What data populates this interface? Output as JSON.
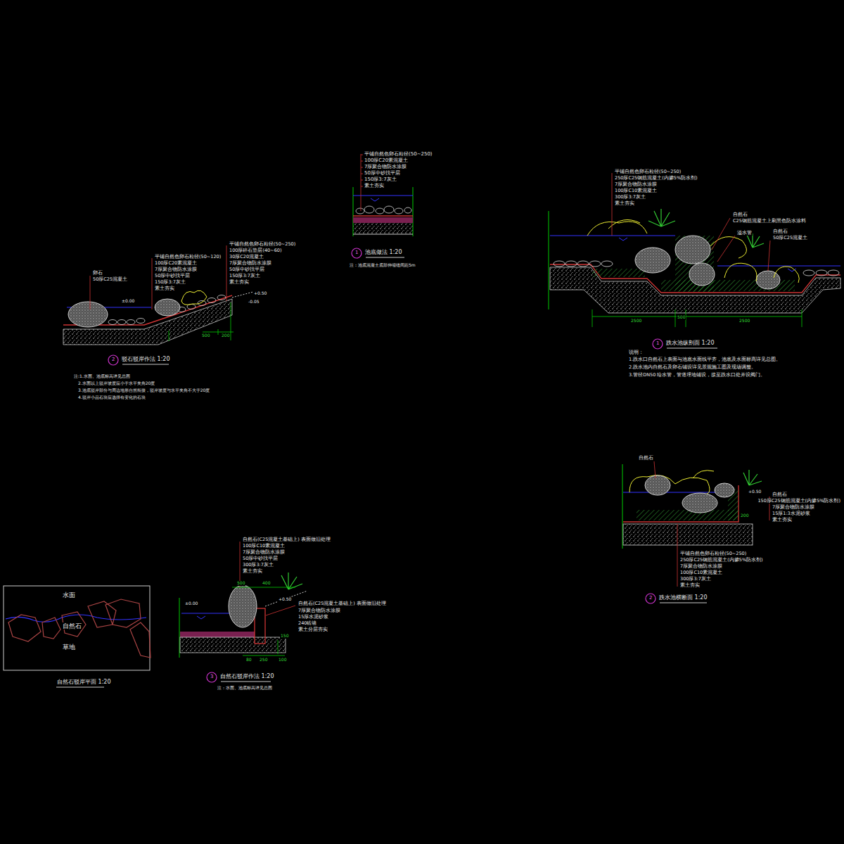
{
  "diagram": {
    "labels": [
      "平铺自然色卵石粒径(50~250)",
      "100厚C20素混凝土",
      "7厚聚合物防水涂膜",
      "50厚中砂找平层",
      "150厚3:7灰土",
      "素土夯实",
      "1",
      "池底做法 1:20",
      "注：池底混凝土底部伸缩缝间距5m",
      "平铺自然色卵石粒径(50~120)",
      "100厚C20素混凝土",
      "7厚聚合物防水涂膜",
      "50厚中砂找平层",
      "150厚3:7灰土",
      "素土夯实",
      "平铺自然色卵石粒径(50~250)",
      "100厚碎石垫层(40~60)",
      "30厚C20混凝土",
      "7厚聚合物防水涂膜",
      "50厚中砂找平层",
      "150厚3:7灰土",
      "素土夯实",
      "卵石",
      "50厚C25混凝土",
      "±0.00",
      "+0.50",
      "-0.05",
      "500",
      "200",
      "2",
      "驳石驳岸作法 1:20",
      "注:1.水面、池底标高详见总图",
      "2.水面以上驳岸坡度应小于水平夹角20度",
      "3.池底驳岸部分与周边地形自然衔接，驳岸坡度与水平夹角不大于20度",
      "4.驳岸小品石块应选择有变化的石块",
      "平铺自然色卵石粒径(50~250)",
      "250厚C25钢筋混凝土(内掺5%防水剂)",
      "7厚聚合物防水涂膜",
      "100厚C10素混凝土",
      "300厚3:7灰土",
      "素土夯实",
      "自然石",
      "C25钢筋混凝土上刷黑色防水涂料",
      "溢水管",
      "自然石",
      "50厚C25混凝土",
      "2500",
      "500",
      "2500",
      "1",
      "跌水池纵剖面 1:20",
      "说明：",
      "1.跌水口自然石上表面与池底水面线平齐，池底及水面标高详见总图。",
      "2.跌水池内自然石及卵石铺设详见景观施工图及现场调整。",
      "3.管径DN50 给水管，管道埋地铺设，接至跌水口处并设阀门。",
      "自然石",
      "+0.50",
      "自然石",
      "150厚C25钢筋混凝土(内掺5%防水剂)",
      "7厚聚合物防水涂膜",
      "15厚1:3水泥砂浆",
      "素土夯实",
      "200",
      "平铺自然色卵石粒径(50~250)",
      "250厚C25钢筋混凝土(内掺5%防水剂)",
      "7厚聚合物防水涂膜",
      "100厚C10素混凝土",
      "300厚3:7灰土",
      "素土夯实",
      "2",
      "跌水池横断面 1:20",
      "自然石(C25混凝土基础上) 表面做旧处理",
      "100厚C10素混凝土",
      "7厚聚合物防水涂膜",
      "50厚中砂找平层",
      "300厚3:7灰土",
      "素土夯实",
      "自然石(C25混凝土基础上) 表面做旧处理",
      "7厚聚合物防水涂膜",
      "15厚水泥砂浆",
      "240砖墙",
      "素土分层夯实",
      "±0.00",
      "+0.50",
      "500",
      "400",
      "150",
      "80",
      "250",
      "100",
      "3",
      "自然石驳岸作法 1:20",
      "注：水面、池底标高详见总图",
      "水面",
      "自然石",
      "草地",
      "自然石驳岸平面 1:20"
    ]
  }
}
